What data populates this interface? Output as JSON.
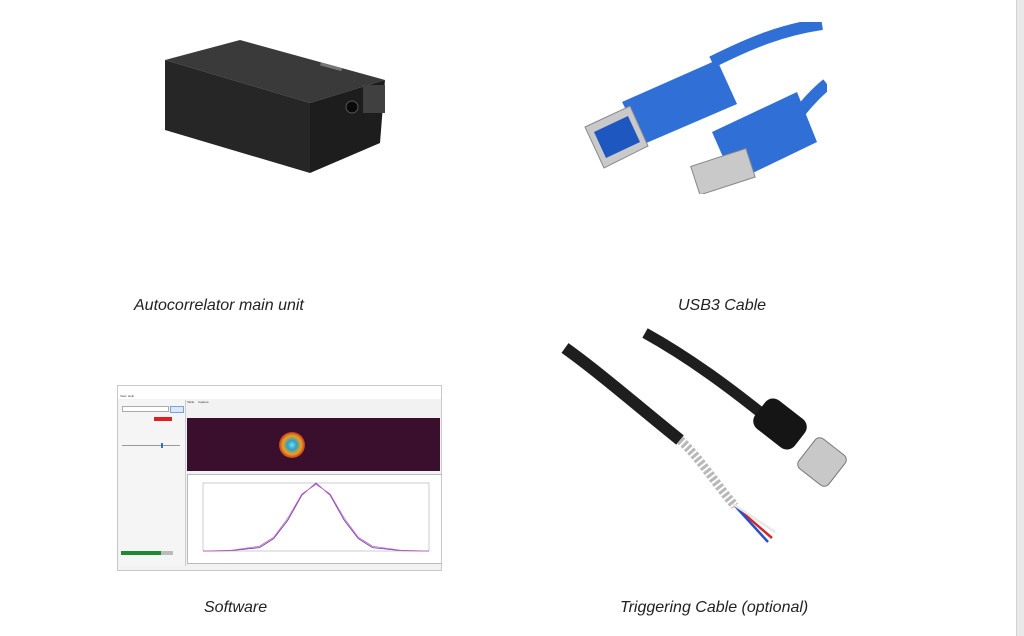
{
  "captions": {
    "main_unit": "Autocorrelator main unit",
    "usb_cable": "USB3 Cable",
    "software": "Software",
    "trigger_cable": "Triggering Cable (optional)"
  },
  "software_ui": {
    "menu": [
      "View",
      "Help"
    ],
    "tabs": [
      "Table",
      "Capture"
    ]
  },
  "colors": {
    "device_body": "#2b2b2b",
    "usb_blue": "#2f6fd6",
    "cable_black": "#1e1e1e",
    "heatmap_bg": "#3a0f2e"
  },
  "chart_data": {
    "type": "line",
    "title": "",
    "xlabel": "",
    "ylabel": "",
    "series": [
      {
        "x": [
          -4,
          -3,
          -2,
          -1.5,
          -1,
          -0.5,
          0,
          0.5,
          1,
          1.5,
          2,
          3,
          4
        ],
        "values": [
          0,
          0.005,
          0.05,
          0.18,
          0.45,
          0.82,
          1.0,
          0.82,
          0.45,
          0.18,
          0.05,
          0.005,
          0
        ]
      },
      {
        "x": [
          -4,
          -3,
          -2,
          -1.5,
          -1,
          -0.5,
          0,
          0.5,
          1,
          1.5,
          2,
          3,
          4
        ],
        "values": [
          0,
          0.01,
          0.07,
          0.2,
          0.48,
          0.84,
          0.98,
          0.84,
          0.48,
          0.2,
          0.07,
          0.01,
          0
        ]
      }
    ],
    "colors": [
      "#5a3fb0",
      "#d060c0"
    ]
  }
}
